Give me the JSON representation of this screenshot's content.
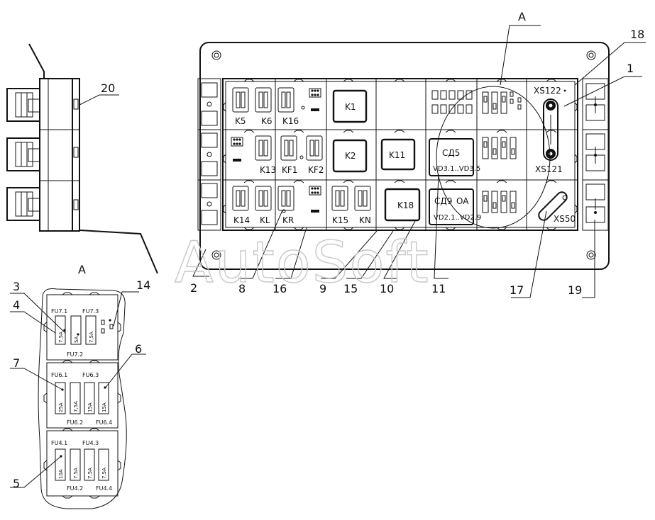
{
  "watermark": "AutoSoft",
  "view_marker": "A",
  "detail_title": "A",
  "relays": {
    "k5": "K5",
    "k6": "K6",
    "k16": "K16",
    "k1": "K1",
    "k13": "K13",
    "kf1": "KF1",
    "kf2": "KF2",
    "k2": "K2",
    "k11": "K11",
    "k14": "K14",
    "kl": "KL",
    "kr": "KR",
    "k15": "K15",
    "kn": "KN",
    "k18": "K18"
  },
  "modules": {
    "sd5": "СД5",
    "vd3": "VD3.1..VD3.5",
    "sd9": "СД9",
    "oa": "OA",
    "vd2": "VD2.1..VD2.9"
  },
  "connectors": {
    "xs122": "XS122",
    "xs121": "XS121",
    "xs50": "XS50"
  },
  "callouts": {
    "c1": "1",
    "c2": "2",
    "c3": "3",
    "c4": "4",
    "c5": "5",
    "c6": "6",
    "c7": "7",
    "c8": "8",
    "c9": "9",
    "c10": "10",
    "c11": "11",
    "c14": "14",
    "c15": "15",
    "c16": "16",
    "c17": "17",
    "c18": "18",
    "c19": "19",
    "c20": "20"
  },
  "fuses": {
    "fu71": "FU7.1",
    "fu73": "FU7.3",
    "fu72": "FU7.2",
    "fu61": "FU6.1",
    "fu63": "FU6.3",
    "fu62": "FU6.2",
    "fu64": "FU6.4",
    "fu41": "FU4.1",
    "fu43": "FU4.3",
    "fu42": "FU4.2",
    "fu44": "FU4.4"
  },
  "ratings": {
    "r71": "7,5A",
    "r72": "5A",
    "r73": "7,5A",
    "r61": "25A",
    "r62": "7,5A",
    "r63": "15A",
    "r64": "15A",
    "r41": "10A",
    "r42": "7,5A",
    "r43": "7,5A",
    "r44": "7,5A"
  }
}
